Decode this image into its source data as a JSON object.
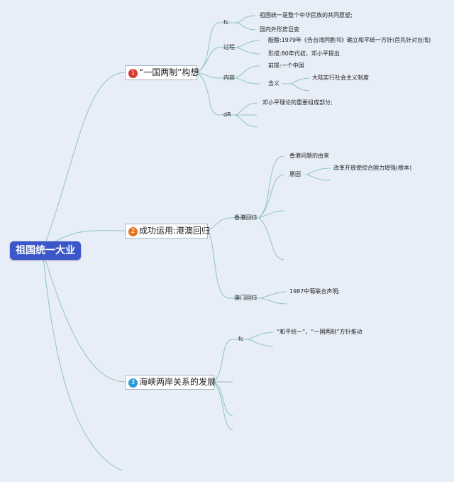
{
  "root": "祖国统一大业",
  "topic1": {
    "num": "1",
    "label": "“一国两制”构想",
    "color": "#d83a2c"
  },
  "topic2": {
    "num": "2",
    "label": "成功运用:港澳回归",
    "color": "#e7731d"
  },
  "topic3": {
    "num": "3",
    "label": "海峡两岸关系的发展",
    "color": "#2b9bd6"
  },
  "t1": {
    "fc": "fc",
    "fc_items": [
      "祖国统一是整个中华民族的共同愿望;",
      "国内外形势巨变"
    ],
    "process": "过程",
    "process_items": [
      "酝酿:1979年《告台湾同胞书》确立和平统一方针(首先针对台湾)",
      "形成:80年代初，邓小平提出"
    ],
    "content": "内容",
    "premise": "前提:一个中国",
    "meaning": "含义",
    "meaning_item": "大陆实行社会主义制度",
    "dr": "dR",
    "dr_item": "邓小平理论的重要组成部分;"
  },
  "t2": {
    "hk": "香港回归",
    "hk_origin": "香港问题的由来",
    "hk_reason": "原因",
    "hk_reason_item": "改革开放使综合国力增强(根本)",
    "macau": "澳门回归",
    "macau_item": "1987中葡联合声明;"
  },
  "t3": {
    "fc": "fc",
    "fc_item": "“和平统一”，“一国两制”方针推动"
  }
}
